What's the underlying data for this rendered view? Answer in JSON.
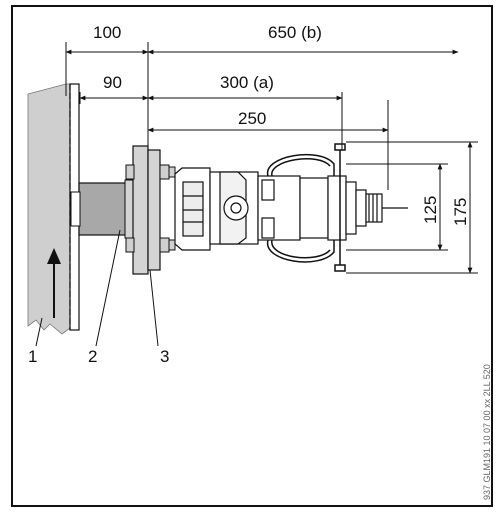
{
  "dimensions": {
    "d100": "100",
    "d650": "650 (b)",
    "d90": "90",
    "d300": "300 (a)",
    "d250": "250",
    "d125": "125",
    "d175": "175"
  },
  "callouts": {
    "c1": "1",
    "c2": "2",
    "c3": "3"
  },
  "drawing_code": "937 GLM191 10 07 00 xx 2LL 520",
  "colors": {
    "wall": "#cfcfcf",
    "socket": "#a8a8a8",
    "flange": "#d4d4d4",
    "line": "#111111",
    "background": "#ffffff"
  }
}
